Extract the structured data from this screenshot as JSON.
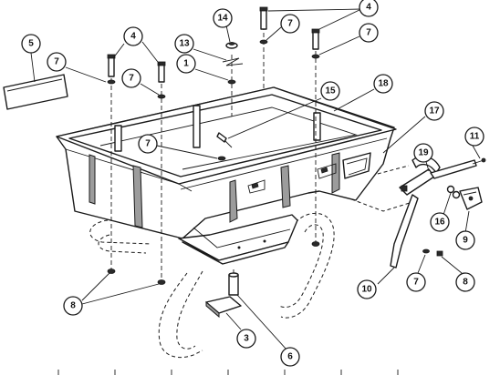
{
  "callouts": [
    {
      "id": "c5",
      "label": "5"
    },
    {
      "id": "c7a",
      "label": "7"
    },
    {
      "id": "c4a",
      "label": "4"
    },
    {
      "id": "c7b",
      "label": "7"
    },
    {
      "id": "c14",
      "label": "14"
    },
    {
      "id": "c13",
      "label": "13"
    },
    {
      "id": "c1",
      "label": "1"
    },
    {
      "id": "c7c",
      "label": "7"
    },
    {
      "id": "c4b",
      "label": "4"
    },
    {
      "id": "c7d",
      "label": "7"
    },
    {
      "id": "c15",
      "label": "15"
    },
    {
      "id": "c18",
      "label": "18"
    },
    {
      "id": "c7e",
      "label": "7"
    },
    {
      "id": "c17",
      "label": "17"
    },
    {
      "id": "c11",
      "label": "11"
    },
    {
      "id": "c19",
      "label": "19"
    },
    {
      "id": "c16",
      "label": "16"
    },
    {
      "id": "c9",
      "label": "9"
    },
    {
      "id": "c10",
      "label": "10"
    },
    {
      "id": "c7f",
      "label": "7"
    },
    {
      "id": "c8a",
      "label": "8"
    },
    {
      "id": "c8b",
      "label": "8"
    },
    {
      "id": "c3",
      "label": "3"
    },
    {
      "id": "c6",
      "label": "6"
    }
  ]
}
